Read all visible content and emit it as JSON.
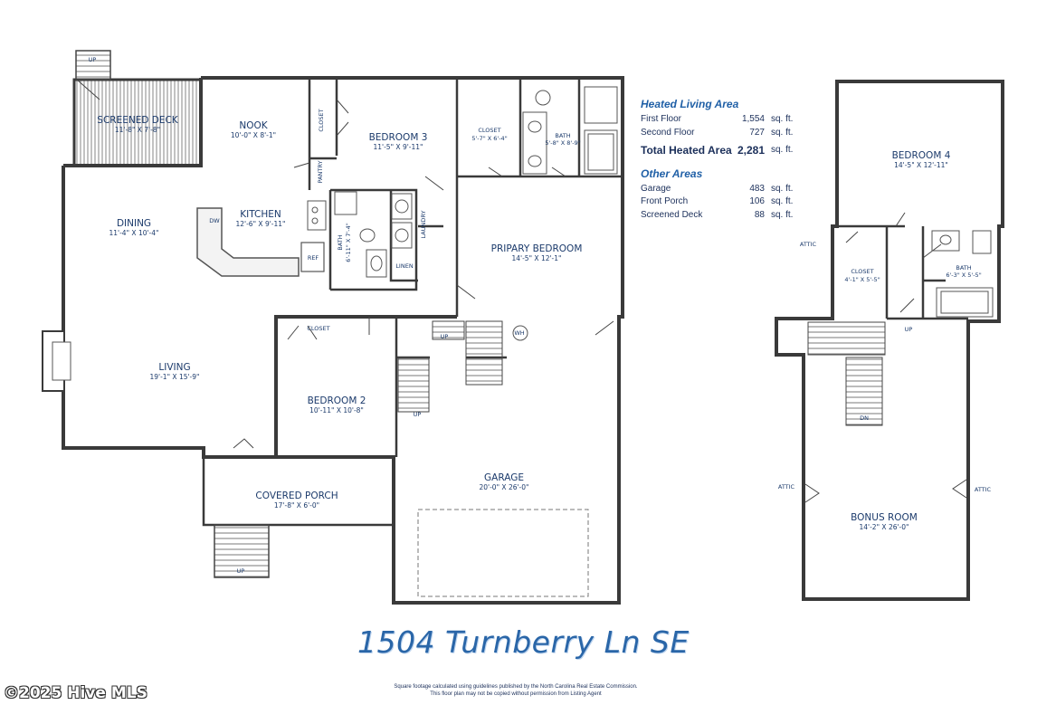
{
  "address": "1504 Turnberry Ln SE",
  "copyright": "©2025 Hive MLS",
  "notes": [
    "Square footage calculated using guidelines published by the North Carolina Real Estate Commission.",
    "This floor plan may not be copied without permission from Listing Agent"
  ],
  "heated": {
    "heading": "Heated Living Area",
    "rows": [
      {
        "label": "First Floor",
        "value": "1,554",
        "unit": "sq. ft."
      },
      {
        "label": "Second Floor",
        "value": "727",
        "unit": "sq. ft."
      }
    ],
    "total_label": "Total Heated Area",
    "total_value": "2,281",
    "total_unit": "sq. ft."
  },
  "other": {
    "heading": "Other Areas",
    "rows": [
      {
        "label": "Garage",
        "value": "483",
        "unit": "sq. ft."
      },
      {
        "label": "Front Porch",
        "value": "106",
        "unit": "sq. ft."
      },
      {
        "label": "Screened Deck",
        "value": "88",
        "unit": "sq. ft."
      }
    ]
  },
  "rooms": {
    "screened_deck": {
      "name": "SCREENED DECK",
      "dim": "11'-8\" X 7'-8\""
    },
    "nook": {
      "name": "NOOK",
      "dim": "10'-0\" X 8'-1\""
    },
    "bedroom3": {
      "name": "BEDROOM 3",
      "dim": "11'-5\" X 9'-11\""
    },
    "closet_a": {
      "name": "CLOSET",
      "dim": "5'-7\" X 6'-4\""
    },
    "bath_a": {
      "name": "BATH",
      "dim": "5'-8\" X 8'-9\""
    },
    "dining": {
      "name": "DINING",
      "dim": "11'-4\" X 10'-4\""
    },
    "kitchen": {
      "name": "KITCHEN",
      "dim": "12'-6\" X 9'-11\""
    },
    "primary": {
      "name": "PRIPARY BEDROOM",
      "dim": "14'-5\" X 12'-1\""
    },
    "living": {
      "name": "LIVING",
      "dim": "19'-1\" X 15'-9\""
    },
    "bedroom2": {
      "name": "BEDROOM 2",
      "dim": "10'-11\" X 10'-8\""
    },
    "garage": {
      "name": "GARAGE",
      "dim": "20'-0\" X 26'-0\""
    },
    "porch": {
      "name": "COVERED PORCH",
      "dim": "17'-8\" X 6'-0\""
    },
    "bedroom4": {
      "name": "BEDROOM 4",
      "dim": "14'-5\" X 12'-11\""
    },
    "closet_b": {
      "name": "CLOSET",
      "dim": "4'-1\" X 5'-5\""
    },
    "bath_b": {
      "name": "BATH",
      "dim": "6'-3\" X 5'-5\""
    },
    "bonus": {
      "name": "BONUS ROOM",
      "dim": "14'-2\" X 26'-0\""
    },
    "bath_small": {
      "name": "BATH",
      "dim": "6'-11\" X 7'-4\""
    }
  },
  "tags": {
    "closet": "CLOSET",
    "pantry": "PANTRY",
    "laundry": "LAUNDRY",
    "linen": "LINEN",
    "ref": "REF",
    "dw": "DW",
    "wh": "WH",
    "attic": "ATTIC",
    "up": "UP",
    "dn": "DN"
  }
}
